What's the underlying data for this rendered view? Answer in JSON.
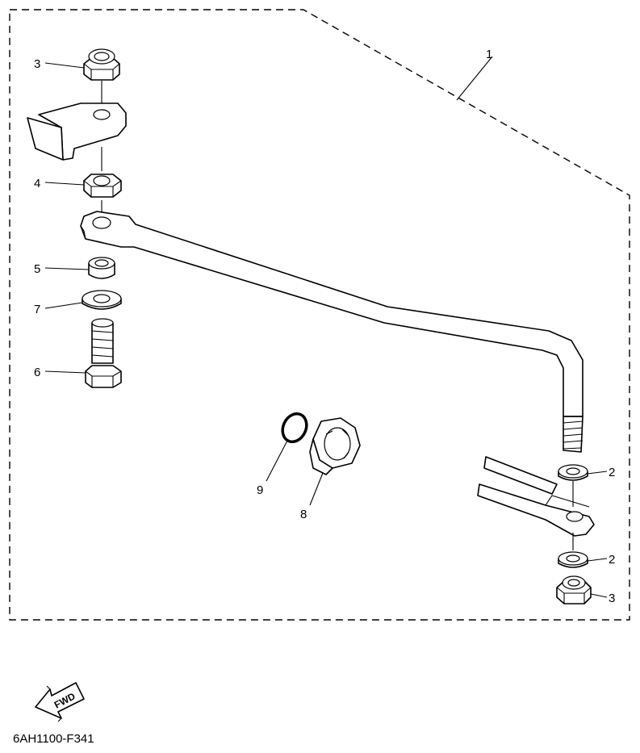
{
  "diagram": {
    "figure_code": "6AH1100-F341",
    "direction_label": "FWD",
    "callouts": {
      "c1": "1",
      "c2a": "2",
      "c2b": "2",
      "c3a": "3",
      "c3b": "3",
      "c4": "4",
      "c5": "5",
      "c6": "6",
      "c7": "7",
      "c8": "8",
      "c9": "9"
    }
  }
}
